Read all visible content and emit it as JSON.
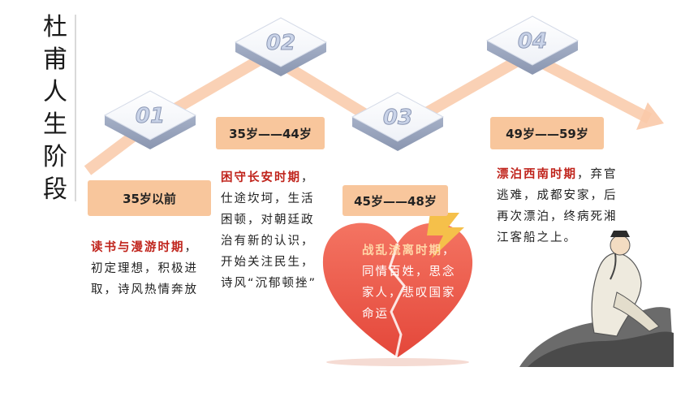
{
  "title": "杜甫人生阶段",
  "stages": [
    {
      "number": "01",
      "age": "35岁以前",
      "period": "读书与漫游时期",
      "text": "，初定理想，积极进取，诗风热情奔放"
    },
    {
      "number": "02",
      "age": "35岁——44岁",
      "period": "困守长安时期",
      "text": "，仕途坎坷，生活困顿，对朝廷政治有新的认识，开始关注民生，诗风“沉郁顿挫”"
    },
    {
      "number": "03",
      "age": "45岁——48岁",
      "period": "战乱流离时期",
      "text": "，同情百姓，思念家人，悲叹国家命运"
    },
    {
      "number": "04",
      "age": "49岁——59岁",
      "period": "漂泊西南时期",
      "text": "，弃官逃难，成都安家，后再次漂泊，终病死湘江客船之上。"
    }
  ],
  "colors": {
    "accent": "#f8c69c",
    "highlight": "#c0241c",
    "heart": "#e8503f",
    "arrow": "#f9c9a8"
  }
}
